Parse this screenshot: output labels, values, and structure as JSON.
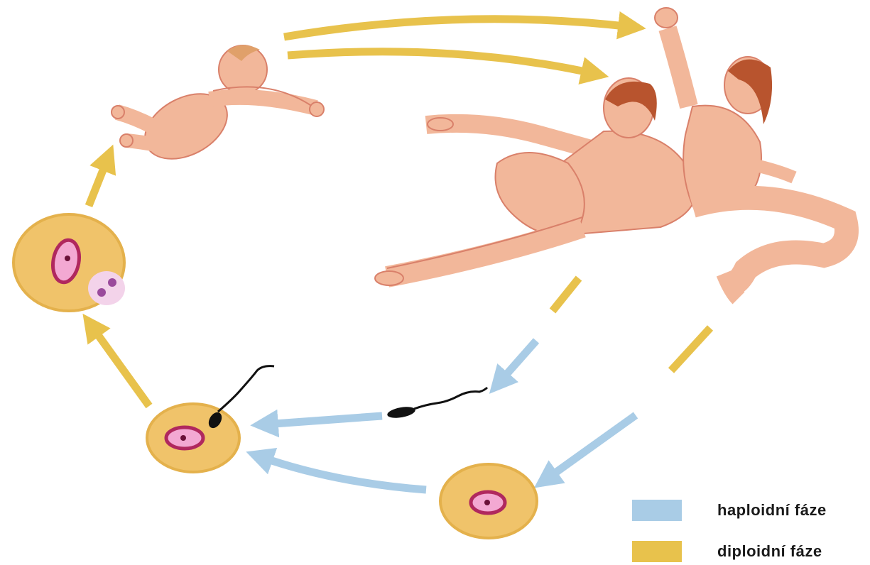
{
  "colors": {
    "haploid": "#a9cce6",
    "diploid": "#e8c24c",
    "cell_fill": "#f0c36a",
    "cell_edge": "#e4b14c",
    "nucleus_ring": "#b0285e",
    "nucleus_fill": "#f3a8d2",
    "skin": "#f2b79a",
    "skin_shade": "#d9806a",
    "hair": "#b8542e",
    "sperm": "#111111"
  },
  "legend": [
    {
      "label": "haploidní fáze",
      "color": "#a9cce6",
      "icon": "haploid-swatch"
    },
    {
      "label": "diploidní fáze",
      "color": "#e8c24c",
      "icon": "diploid-swatch"
    }
  ],
  "figures": [
    "infant",
    "adult-man",
    "adult-woman",
    "egg-cell",
    "sperm-cell",
    "zygote",
    "embryo"
  ]
}
